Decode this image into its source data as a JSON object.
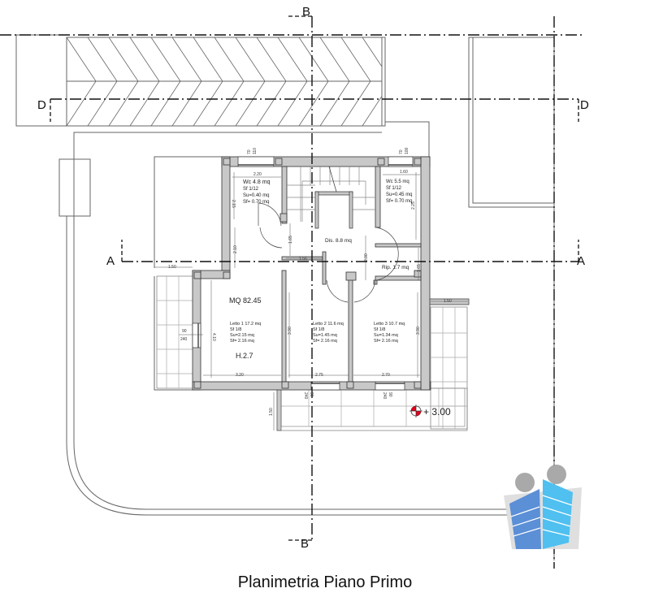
{
  "caption": "Planimetria Piano Primo",
  "colors": {
    "wall_fill": "#c8c8c8",
    "line": "#555555",
    "section_line": "#111111",
    "marker_red": "#e0001b",
    "logo_left": "#5b8fd6",
    "logo_right": "#4fc0f0",
    "logo_gray": "#a9a9a9"
  },
  "sections": {
    "a_left": "A",
    "a_right": "A",
    "b_top": "B",
    "b_bottom": "B",
    "d_left": "D",
    "d_right": "D"
  },
  "rooms": {
    "wc1": {
      "name": "Wc 4.8 mq",
      "sf": "Sf  1/12",
      "su": "Su=0.40 mq",
      "sfw": "Sf= 0.70 mq"
    },
    "wc2": {
      "name": "Wc 5.5 mq",
      "sf": "Sf  1/12",
      "su": "Su=0.45 mq",
      "sfw": "Sf= 0.70 mq"
    },
    "dis": {
      "name": "Dis. 8.8 mq"
    },
    "rip": {
      "name": "Rip. 1.7 mq"
    },
    "letto1": {
      "name": "Letto 1 17.2 mq",
      "sf": "Sf  1/8",
      "su": "Su=2.15 mq",
      "sfw": "Sf= 2.16 mq"
    },
    "letto2": {
      "name": "Letto 2 11.6 mq",
      "sf": "Sf  1/8",
      "su": "Su=1.45 mq",
      "sfw": "Sf= 2.16 mq"
    },
    "letto3": {
      "name": "Letto 3 10.7 mq",
      "sf": "Sf  1/8",
      "su": "Su=1.34 mq",
      "sfw": "Sf= 2.16 mq"
    }
  },
  "totals": {
    "area": "MQ 82.45",
    "height": "H.2.7"
  },
  "elevation": "+ 3.00",
  "dimensions": {
    "wc1_width": "2.20",
    "wc1_height": "2.15",
    "wc2_width": "1.60",
    "wc2_height": "2.25",
    "window_top_left_a": "110",
    "window_top_left_b": "70",
    "window_top_right_a": "100",
    "window_top_right_b": "70",
    "dis_height": "1.65",
    "corridor_width": "1.56",
    "rip_height": "2.00",
    "rip_side": "1.65",
    "wc1_lower": "2.10",
    "left_balcony": "1.50",
    "right_balcony": "1.50",
    "letto1_height": "4.10",
    "letto1_width": "3.20",
    "letto2_height": "3.90",
    "letto2_width": "2.75",
    "letto3_height": "3.90",
    "letto3_width": "2.70",
    "left_window_top": "90",
    "left_window_bottom": "240",
    "bottom_window1_a": "240",
    "bottom_window1_b": "90",
    "bottom_window2_a": "240",
    "bottom_window2_b": "90",
    "terrace_depth": "1.50"
  }
}
